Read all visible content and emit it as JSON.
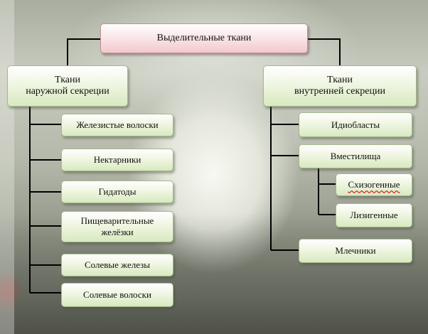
{
  "root": {
    "label": "Выделительные ткани"
  },
  "left_group": {
    "label_line1": "Ткани",
    "label_line2": "наружной секреции",
    "items": [
      {
        "label": "Железистые волоски"
      },
      {
        "label": "Нектарники"
      },
      {
        "label": "Гидатоды"
      },
      {
        "label_line1": "Пищеварительные",
        "label_line2": "желёзки"
      },
      {
        "label": "Солевые железы"
      },
      {
        "label": "Солевые волоски"
      }
    ]
  },
  "right_group": {
    "label_line1": "Ткани",
    "label_line2": "внутренней секреции",
    "items": [
      {
        "label": "Идиобласты"
      },
      {
        "label": "Вместилища",
        "children": [
          {
            "label": "Схизогенные"
          },
          {
            "label": "Лизигенные"
          }
        ]
      },
      {
        "label": "Млечники"
      }
    ]
  },
  "colors": {
    "root_fill": "#f1c9cd",
    "node_fill": "#d9e9c0",
    "connector": "#000000"
  }
}
